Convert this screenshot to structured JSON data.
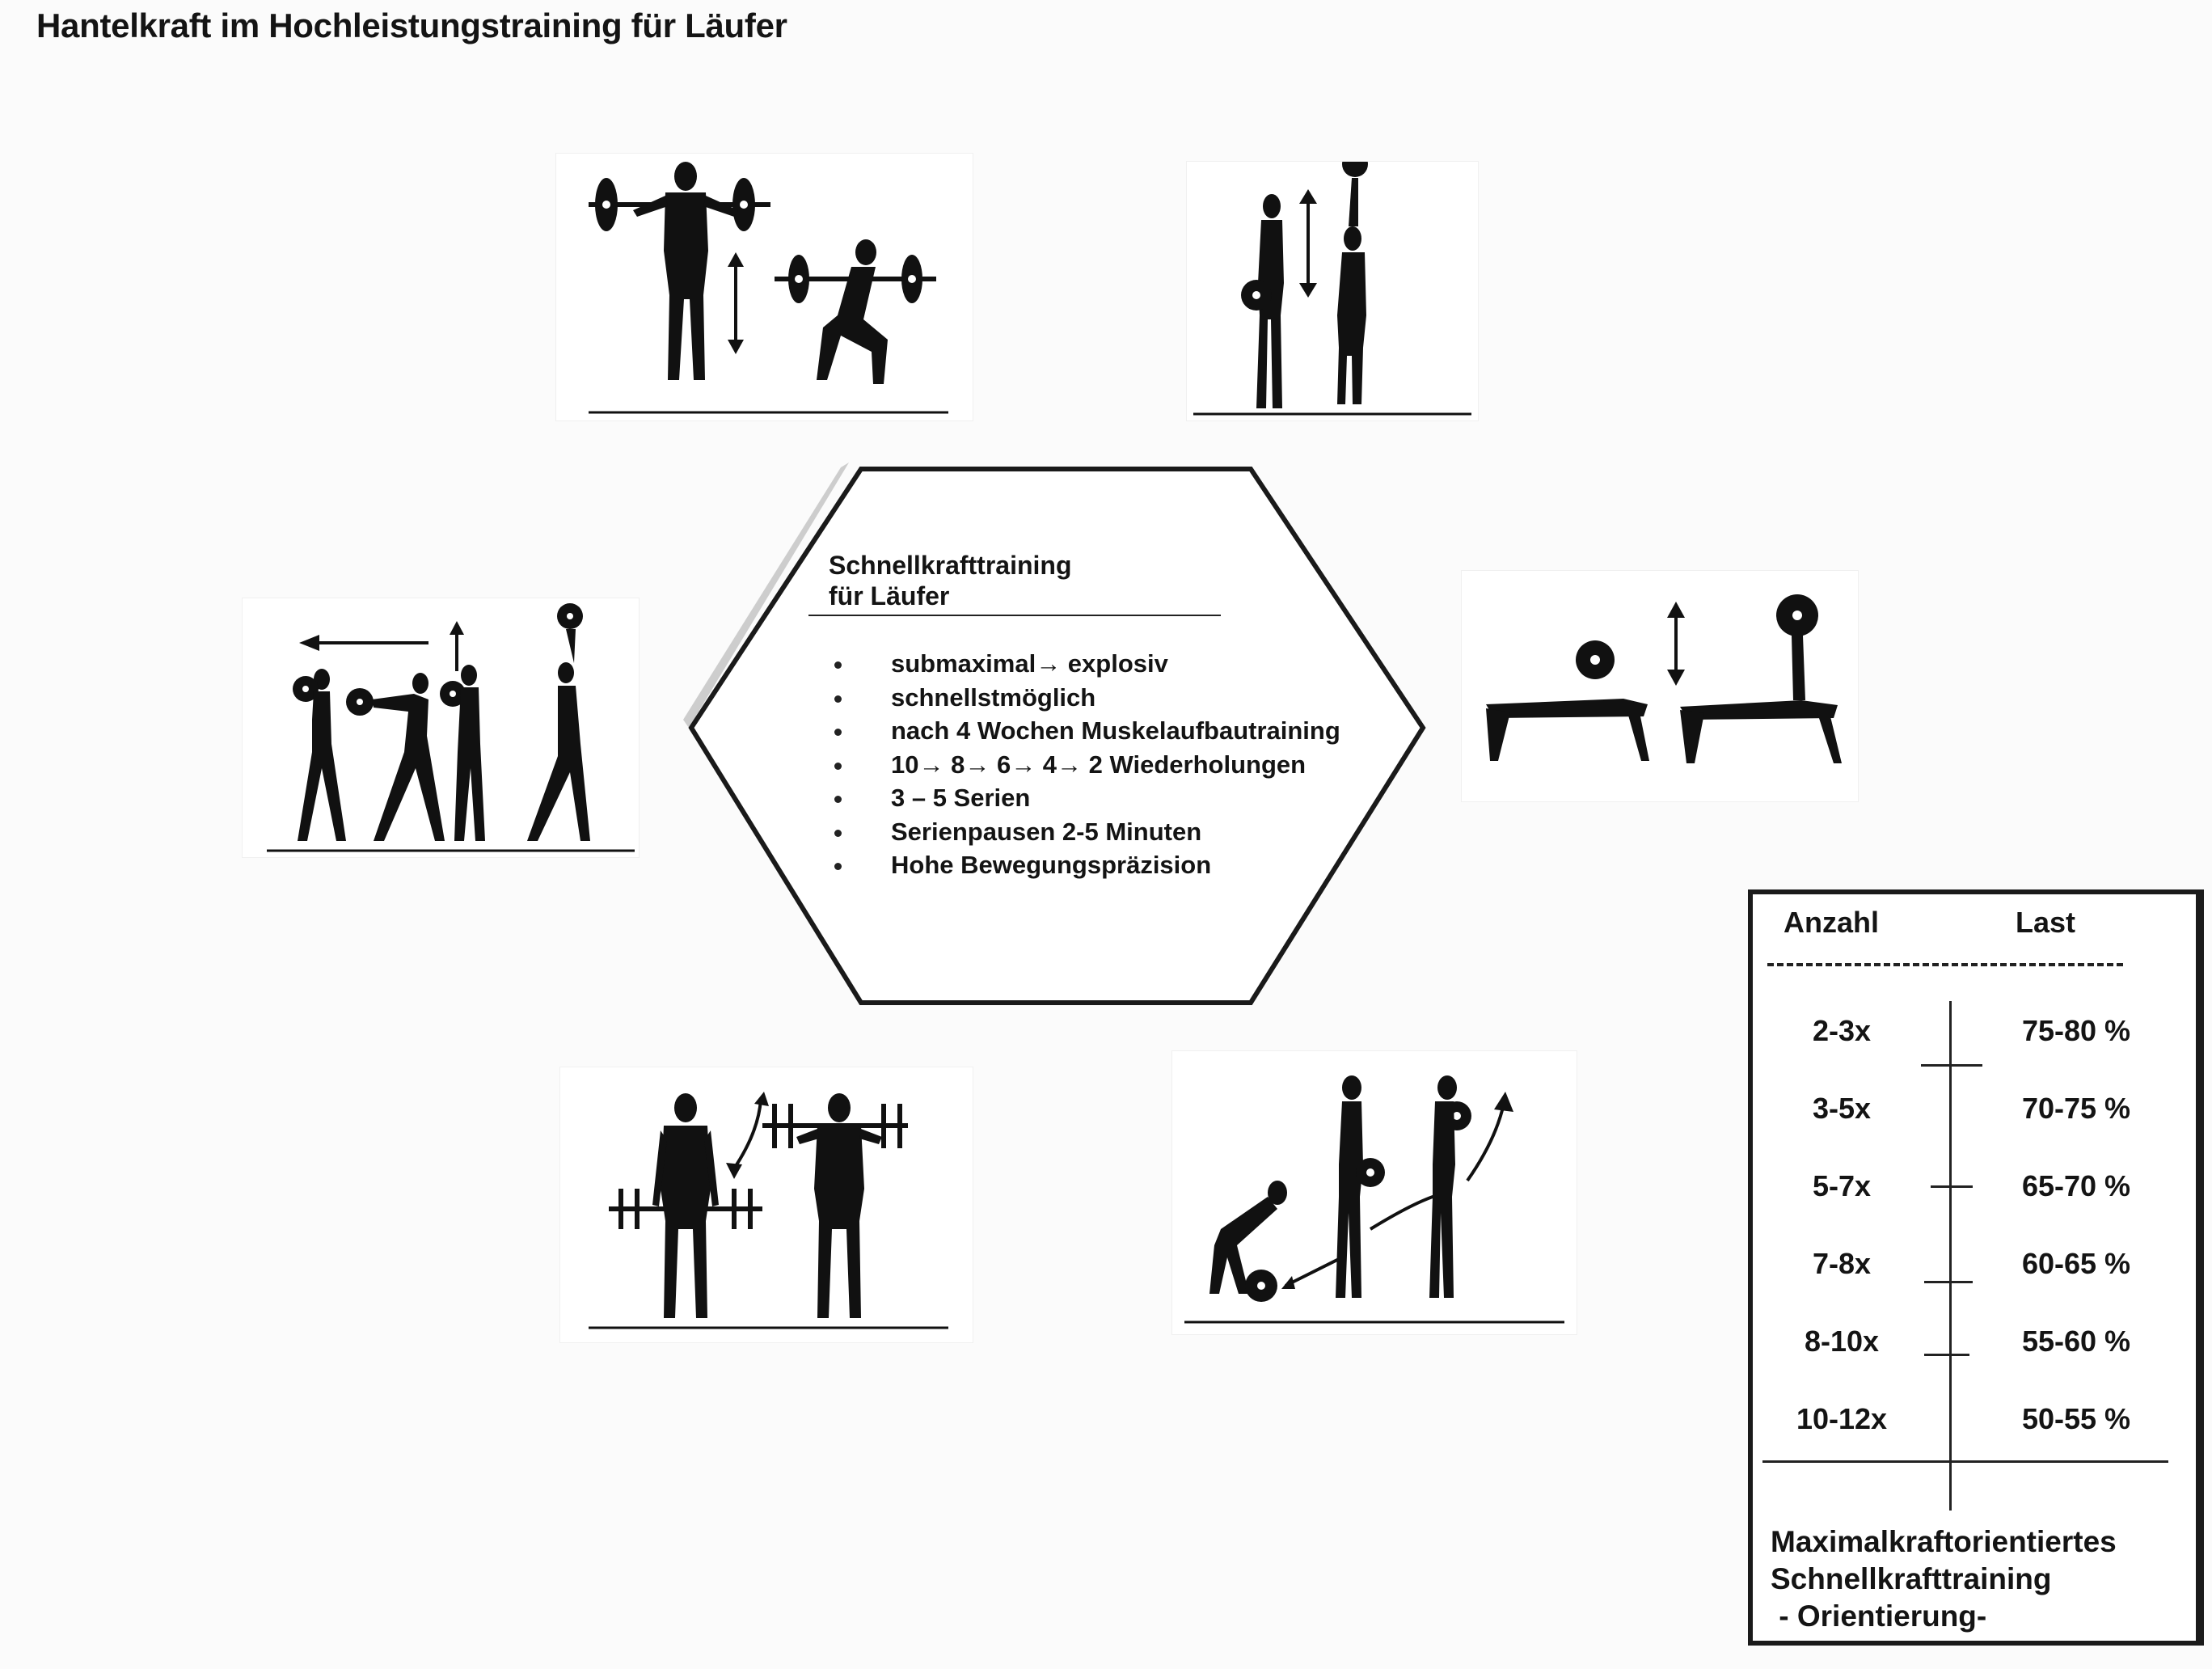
{
  "title": "Hantelkraft im Hochleistungstraining für Läufer",
  "hexagon": {
    "heading_line1": "Schnellkrafttraining",
    "heading_line2": "für Läufer",
    "items": [
      "submaximal→ explosiv",
      "schnellstmöglich",
      "nach 4 Wochen Muskelaufbautraining",
      "10→ 8→ 6→ 4→ 2 Wiederholungen",
      "3 – 5 Serien",
      "Serienpausen 2-5 Minuten",
      "Hohe Bewegungspräzision"
    ]
  },
  "exercises": [
    {
      "icon": "back-squat-icon"
    },
    {
      "icon": "dumbbell-jump-icon"
    },
    {
      "icon": "medicine-ball-throw-icon"
    },
    {
      "icon": "bench-press-icon"
    },
    {
      "icon": "clean-and-press-icon"
    },
    {
      "icon": "deadlift-jerk-icon"
    }
  ],
  "table": {
    "col_count": "Anzahl",
    "col_load": "Last",
    "rows": [
      {
        "count": "2-3x",
        "load": "75-80 %"
      },
      {
        "count": "3-5x",
        "load": "70-75 %"
      },
      {
        "count": "5-7x",
        "load": "65-70 %"
      },
      {
        "count": "7-8x",
        "load": "60-65 %"
      },
      {
        "count": "8-10x",
        "load": "55-60 %"
      },
      {
        "count": "10-12x",
        "load": "50-55 %"
      }
    ],
    "footer_line1": "Maximalkraftorientiertes",
    "footer_line2": "Schnellkrafttraining",
    "footer_line3": " - Orientierung-"
  }
}
